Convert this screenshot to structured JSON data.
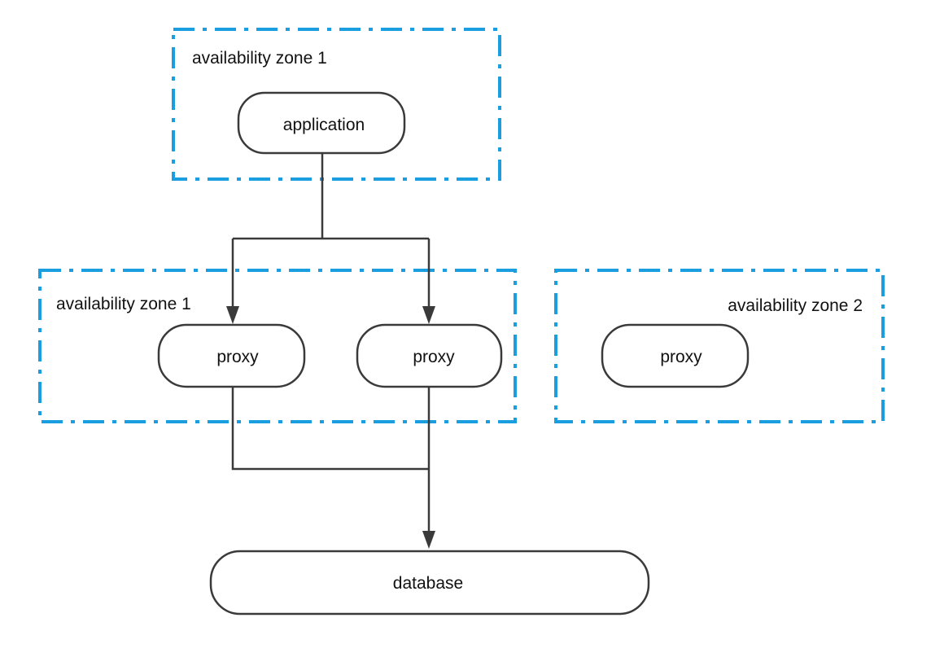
{
  "zones": [
    {
      "id": "zone-top",
      "label": "availability zone 1"
    },
    {
      "id": "zone-mid-left",
      "label": "availability zone 1"
    },
    {
      "id": "zone-mid-right",
      "label": "availability zone 2"
    }
  ],
  "nodes": {
    "application": "application",
    "proxy_1": "proxy",
    "proxy_2": "proxy",
    "proxy_3": "proxy",
    "database": "database"
  },
  "colors": {
    "zone_border": "#1b9ee0",
    "node_border": "#3a3a3a",
    "edge": "#3a3a3a"
  }
}
